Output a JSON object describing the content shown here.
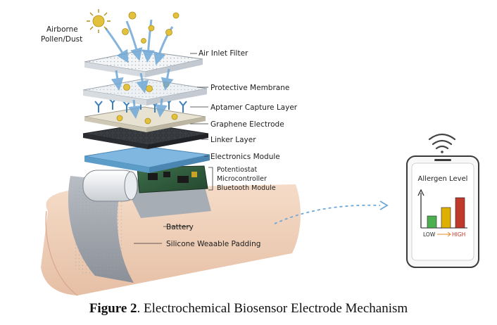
{
  "labels": {
    "pollen": [
      "Airborne",
      "Pollen/Dust"
    ],
    "air_inlet_filter": "Air Inlet Filter",
    "protective_membrane": "Protective Membrane",
    "aptamer_capture_layer": "Aptamer Capture Layer",
    "graphene_electrode": "Graphene Electrode",
    "linker_layer": "Linker Layer",
    "electronics_module": "Electronics Module",
    "potentiostat": "Potentiostat",
    "microcontroller": "Microcontroller",
    "bluetooth_module": "Bluetooth Module",
    "battery": "Battery",
    "padding": "Silicone Weaable Padding"
  },
  "phone": {
    "title": "Allergen Level",
    "low": "LOW",
    "high": "HIGH",
    "bars": [
      {
        "level": 0.35,
        "color": "#4caf50"
      },
      {
        "level": 0.6,
        "color": "#e0b000"
      },
      {
        "level": 0.9,
        "color": "#c0392b"
      }
    ]
  },
  "caption": {
    "bold": "Figure 2",
    "rest": ". Electrochemical Biosensor Electrode Mechanism"
  }
}
